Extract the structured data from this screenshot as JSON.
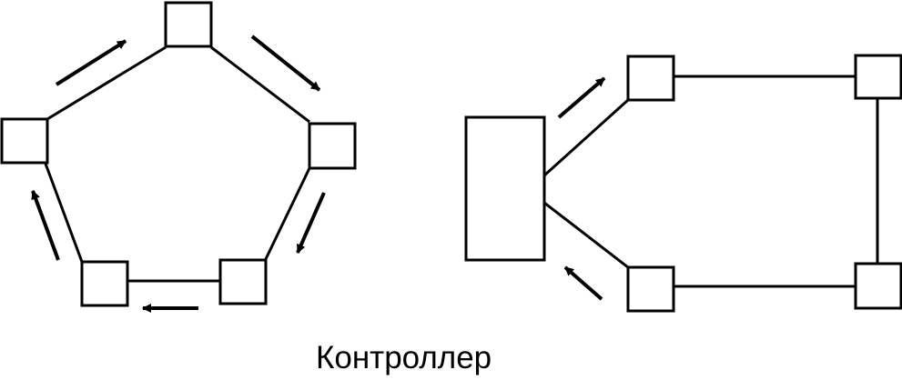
{
  "caption": "Контроллер",
  "colors": {
    "stroke": "#000000",
    "background": "#ffffff"
  },
  "ring_topology": {
    "nodes": [
      "node-top",
      "node-right",
      "node-bottom-right",
      "node-bottom-left",
      "node-left"
    ],
    "direction": "clockwise"
  },
  "star_ring_topology": {
    "controller": "controller-block",
    "nodes": [
      "node-top-left",
      "node-top-right",
      "node-bottom-right",
      "node-bottom-left"
    ]
  }
}
